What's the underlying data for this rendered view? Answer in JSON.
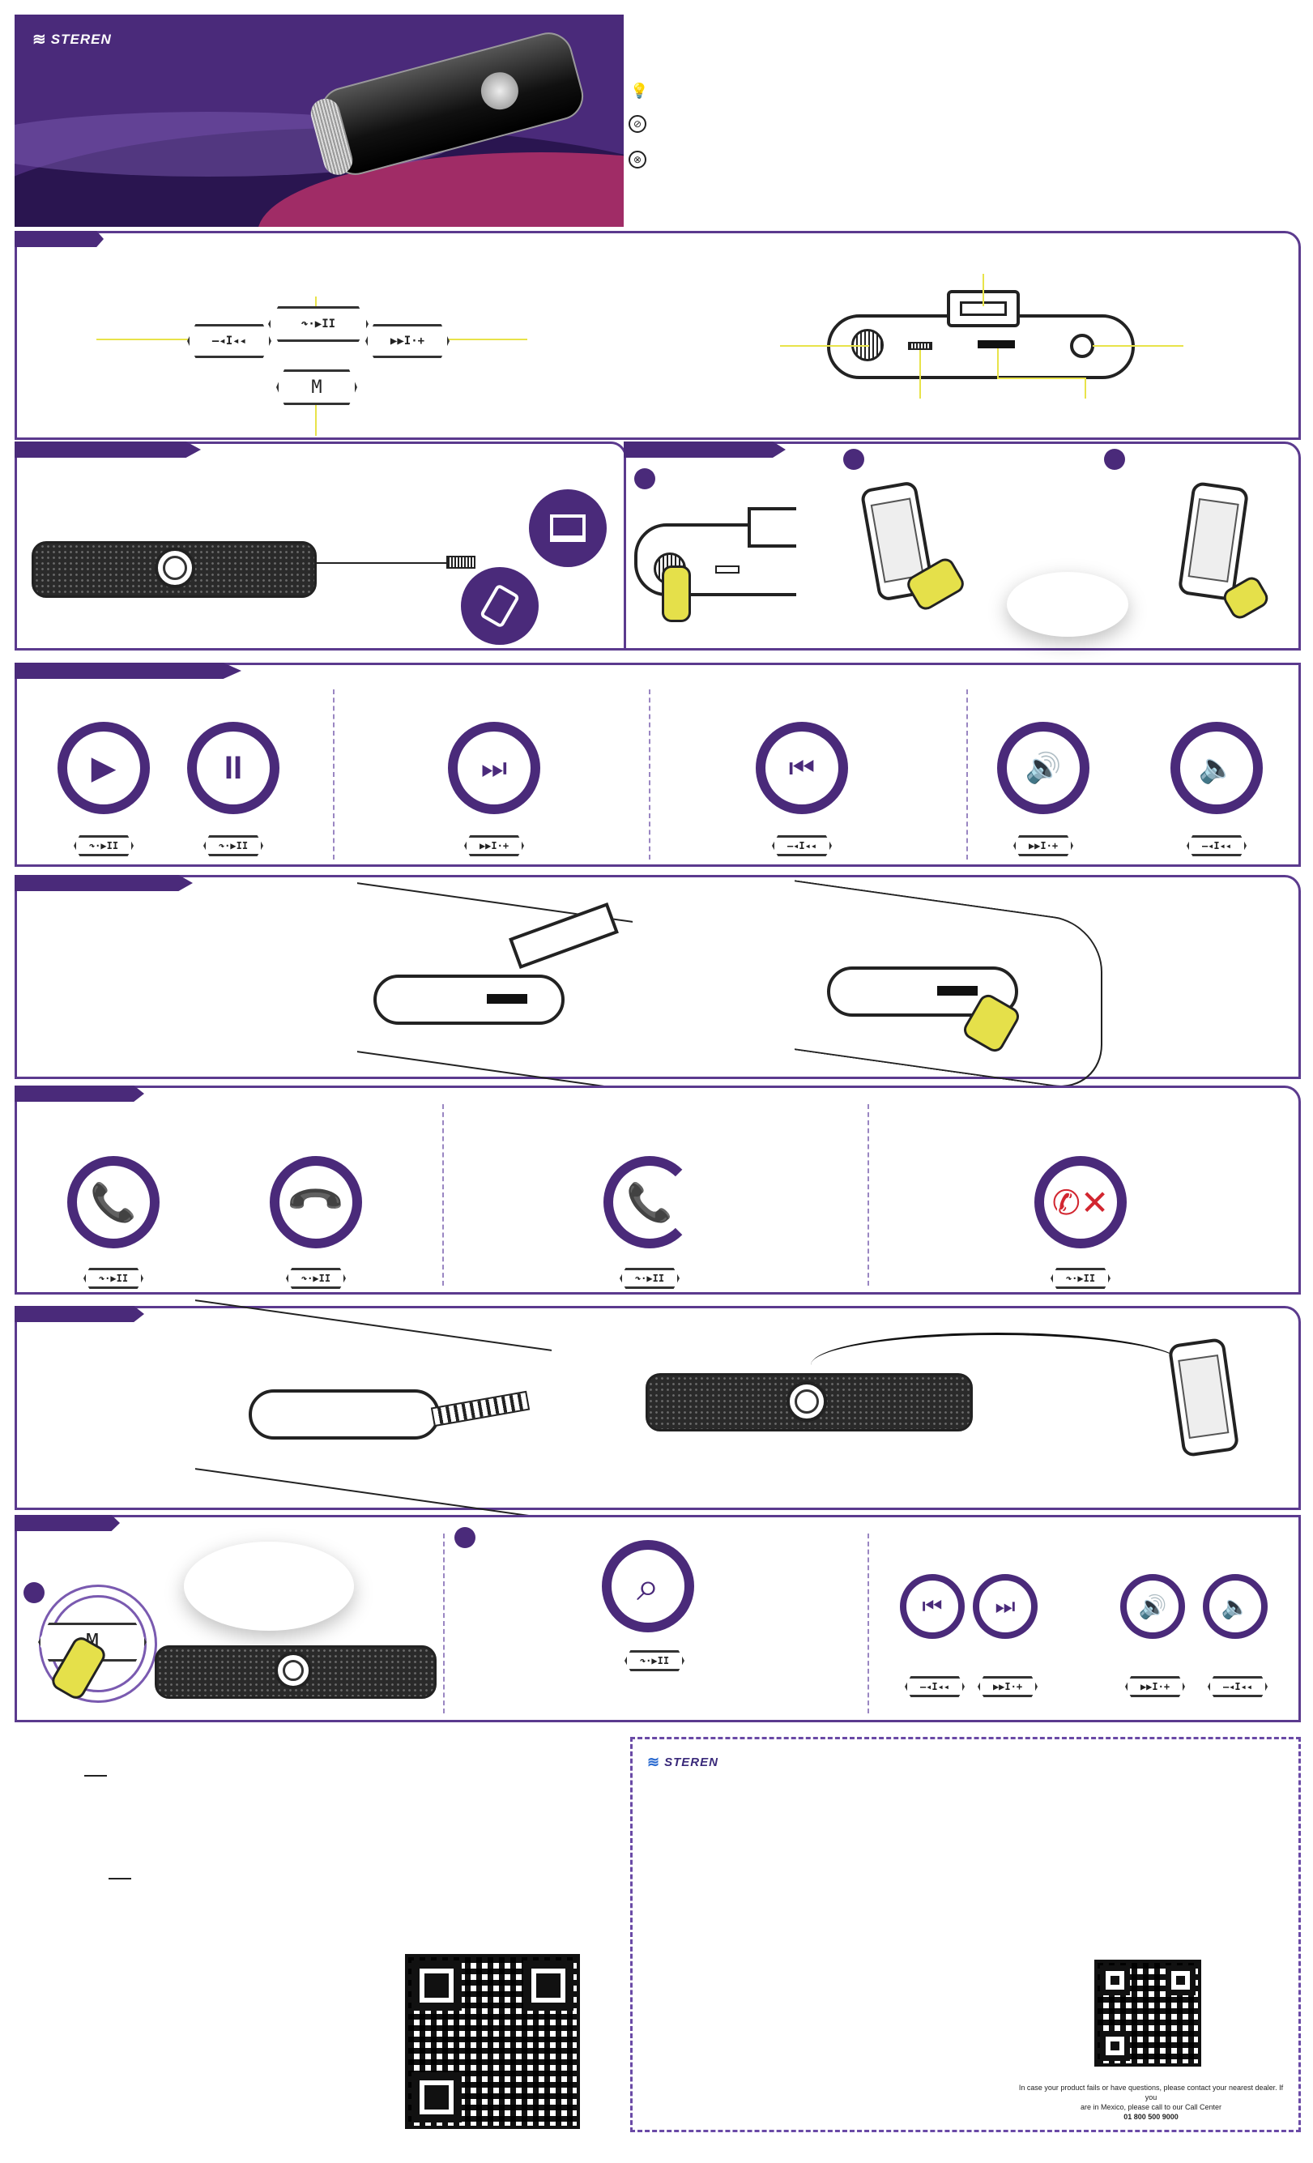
{
  "brand": {
    "logo_text": "STEREN"
  },
  "controls": {
    "play_label": "↷·▶II",
    "prev_label": "—◂I◂◂",
    "next_label": "▶▶I·+",
    "mode_label": "M"
  },
  "callcenter": {
    "logo_text": "STEREN",
    "note_line1": "In case your product fails or have questions, please contact your nearest dealer. If you",
    "note_line2": "are in Mexico, please call to our Call Center",
    "phone": "01 800 500 9000"
  },
  "colors": {
    "primary": "#4a2a7a",
    "accent": "#e5e04a",
    "call_green": "#2e9a3a",
    "call_red": "#d22630",
    "magenta": "#c0306b"
  }
}
